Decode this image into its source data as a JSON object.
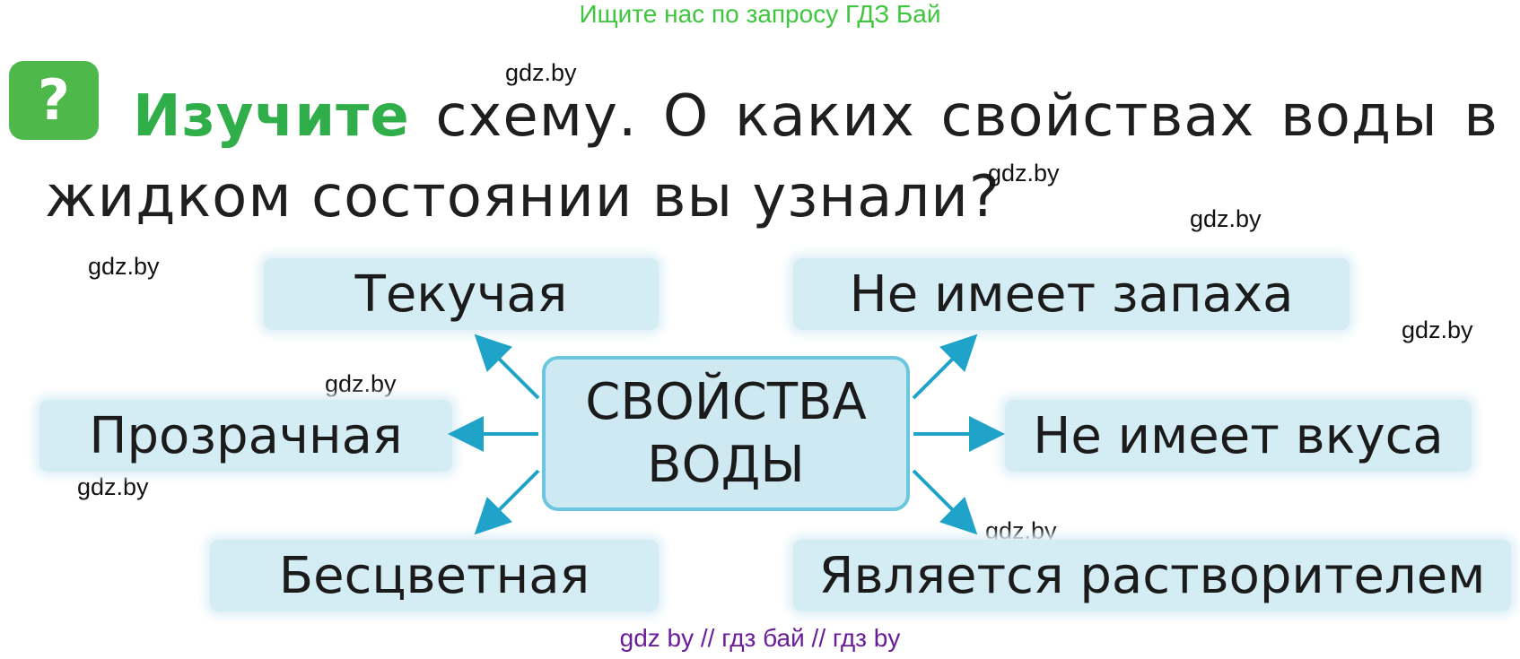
{
  "header": {
    "link_text": "Ищите нас по запросу ГДЗ Бай"
  },
  "question": {
    "badge": "?",
    "word_accent": "Изучите",
    "line1_words": [
      "схему.",
      "О",
      "каких",
      "свойствах",
      "воды",
      "в"
    ],
    "line2": "жидком состоянии вы узнали?"
  },
  "diagram": {
    "center_line1": "СВОЙСТВА",
    "center_line2": "ВОДЫ",
    "properties": {
      "top_left": "Текучая",
      "top_right": "Не имеет запаха",
      "mid_left": "Прозрачная",
      "mid_right": "Не имеет вкуса",
      "bottom_left": "Бесцветная",
      "bottom_right": "Является растворителем"
    },
    "arrow_color": "#1fa3c8"
  },
  "watermarks": [
    "gdz.by",
    "gdz.by",
    "gdz.by",
    "gdz.by",
    "gdz.by",
    "gdz.by",
    "gdz.by",
    "gdz.by"
  ],
  "footer": {
    "link_text": "gdz by  //  гдз бай  //  гдз by"
  },
  "colors": {
    "accent_green": "#2fae49",
    "badge_green": "#4fb84a",
    "box_fill": "#d4ecf4",
    "footer_purple": "#6a1d9a"
  }
}
